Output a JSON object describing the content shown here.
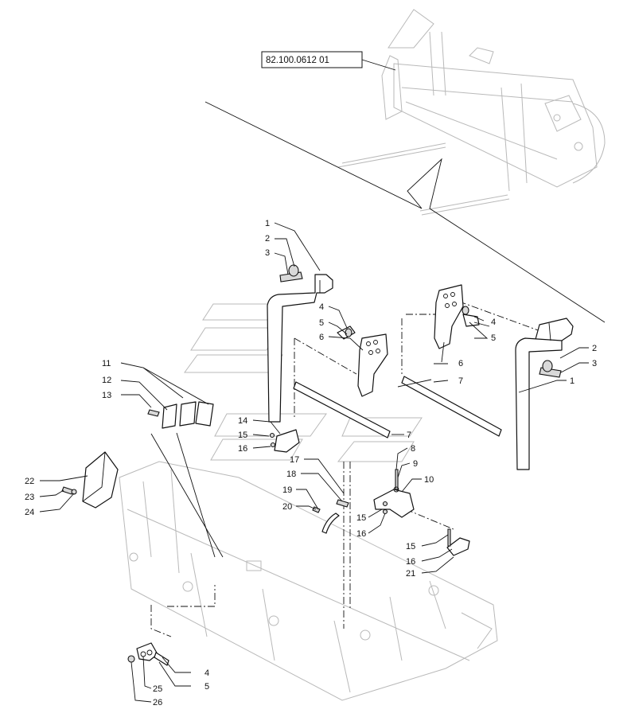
{
  "diagram": {
    "reference": "82.100.0612 01",
    "callouts": {
      "c1a": "1",
      "c2a": "2",
      "c3a": "3",
      "c4a": "4",
      "c5a": "5",
      "c6a": "6",
      "c4b": "4",
      "c5b": "5",
      "c6b": "6",
      "c7a": "7",
      "c2b": "2",
      "c3b": "3",
      "c1b": "1",
      "c11": "11",
      "c12": "12",
      "c13": "13",
      "c14": "14",
      "c15a": "15",
      "c16a": "16",
      "c7b": "7",
      "c17": "17",
      "c8": "8",
      "c9": "9",
      "c10": "10",
      "c18": "18",
      "c19": "19",
      "c20": "20",
      "c15b": "15",
      "c16b": "16",
      "c15c": "15",
      "c16c": "16",
      "c21": "21",
      "c22": "22",
      "c23": "23",
      "c24": "24",
      "c4c": "4",
      "c5c": "5",
      "c25": "25",
      "c26": "26"
    }
  }
}
